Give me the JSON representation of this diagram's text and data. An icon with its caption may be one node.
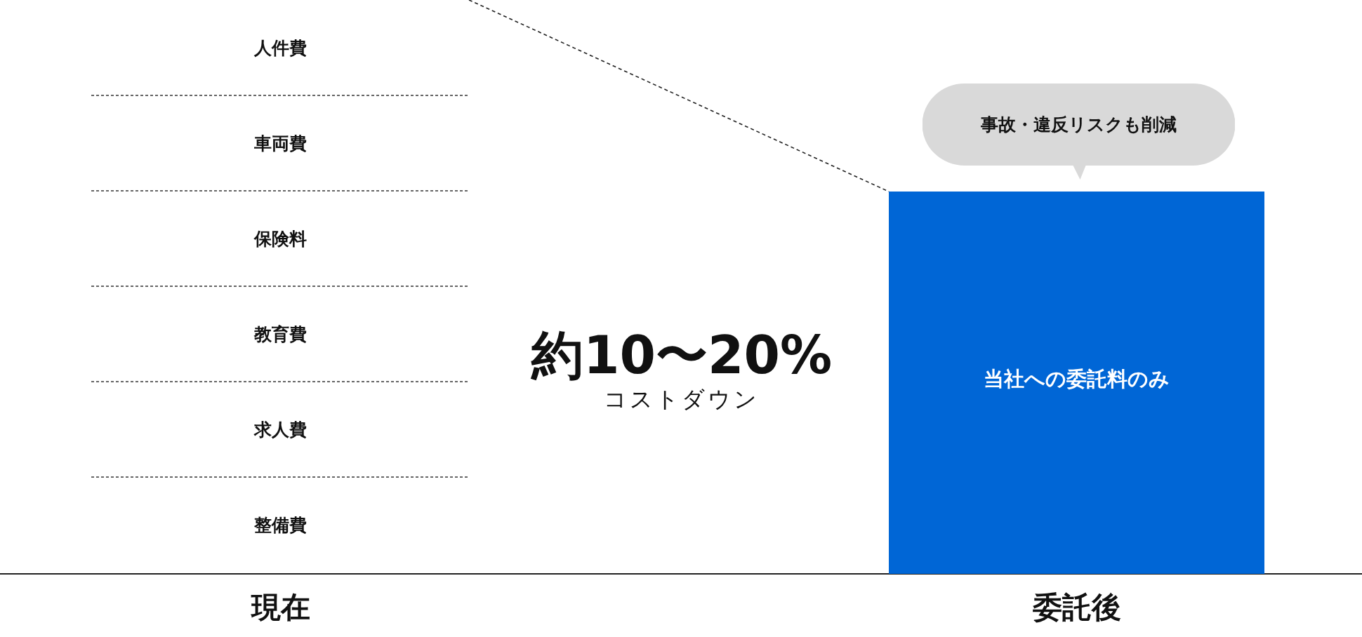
{
  "diagram": {
    "nodes": [
      {
        "text": [
          "人件費"
        ]
      },
      {
        "text": [
          "車両費"
        ]
      },
      {
        "text": [
          "保険料"
        ]
      },
      {
        "text": [
          "教育費"
        ]
      },
      {
        "text": [
          "求人費"
        ]
      },
      {
        "text": [
          "整備費"
        ]
      },
      {
        "text": [
          "事故・違反リスクも削減"
        ]
      },
      {
        "text": [
          "当社への委託料のみ"
        ]
      }
    ],
    "labels": [
      "約10〜20%",
      "コストダウン",
      "現在",
      "委託後"
    ]
  }
}
